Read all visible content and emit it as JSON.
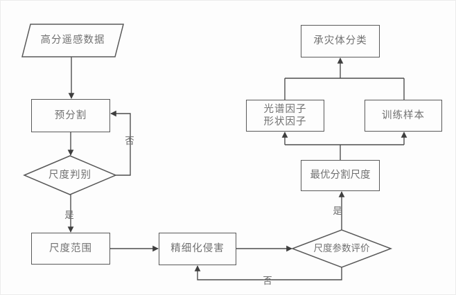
{
  "diagram": {
    "nodes": {
      "input": {
        "label": "高分遥感数据",
        "shape": "parallelogram"
      },
      "presegment": {
        "label": "预分割",
        "shape": "rect"
      },
      "scale_judge": {
        "label": "尺度判别",
        "shape": "diamond"
      },
      "scale_range": {
        "label": "尺度范围",
        "shape": "rect"
      },
      "refined": {
        "label": "精细化侵害",
        "shape": "rect"
      },
      "scale_eval": {
        "label": "尺度参数评价",
        "shape": "diamond"
      },
      "optimal_scale": {
        "label": "最优分割尺度",
        "shape": "rect"
      },
      "factors": {
        "label_line1": "光谱因子",
        "label_line2": "形状因子",
        "shape": "rect"
      },
      "training": {
        "label": "训练样本",
        "shape": "rect"
      },
      "classification": {
        "label": "承灾体分类",
        "shape": "rect"
      }
    },
    "edge_labels": {
      "judge_no": "否",
      "judge_yes": "是",
      "eval_yes": "是",
      "eval_no": "否"
    },
    "colors": {
      "connector_line": "#4d4d4d",
      "arrowhead": "#3f3f3f",
      "shape_border": "#585858",
      "text": "#717171",
      "background": "#fdfdfd"
    }
  }
}
